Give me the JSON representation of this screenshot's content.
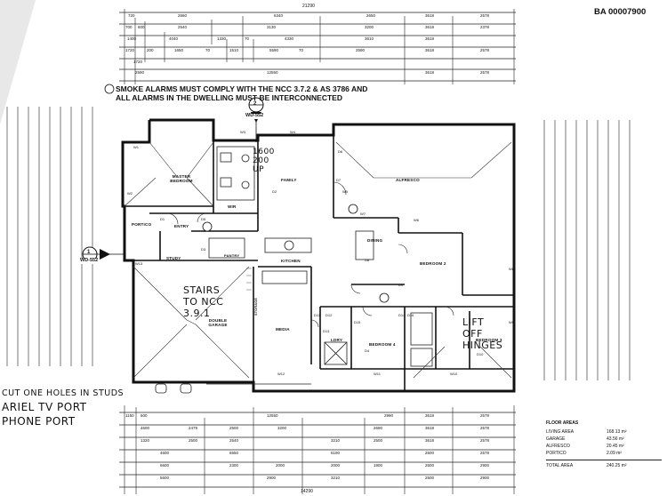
{
  "document": {
    "reference": "BA 00007900",
    "overall_width": "21290",
    "overall_depth": "14290"
  },
  "notes": {
    "smoke_alarm": "SMOKE ALARMS MUST COMPLY WITH THE NCC 3.7.2 & AS 3786 AND ALL ALARMS IN THE DWELLING MUST BE INTERCONNECTED"
  },
  "handwritten": {
    "stairs": "STAIRS TO NCC 3.9.1",
    "lift_off": "LIFT OFF HINGES",
    "dims": "1600 200 UP",
    "cutouts": "CUT ONE HOLES IN STUDS",
    "aerial": "ARIEL TV PORT",
    "phone": "PHONE PORT"
  },
  "section_markers": [
    {
      "num": "2",
      "ref": "WD-552"
    },
    {
      "num": "1",
      "ref": "WD-552"
    }
  ],
  "rooms": {
    "master": "MASTER BEDROOM",
    "family": "FAMILY",
    "alfresco": "ALFRESCO",
    "portico": "PORTICO",
    "entry": "ENTRY",
    "study": "STUDY",
    "pantry": "PANTRY",
    "kitchen": "KITCHEN",
    "dining": "DINING",
    "bed2": "BEDROOM 2",
    "garage": "DOUBLE GARAGE",
    "media": "MEDIA",
    "storage": "STORAGE",
    "bed4": "BEDROOM 4",
    "bed3": "BEDROOM 3",
    "wir": "WIR",
    "ldry": "LDRY"
  },
  "window_codes": [
    "W1",
    "W2",
    "W3",
    "W4",
    "W5",
    "W6",
    "W7",
    "W8",
    "W9",
    "W10",
    "W11",
    "W12",
    "W13"
  ],
  "door_codes": [
    "D1",
    "D2",
    "D3",
    "D4",
    "D5",
    "D6",
    "D7",
    "D8",
    "D9",
    "D10",
    "D11",
    "D12",
    "D13",
    "D14",
    "D15",
    "D16"
  ],
  "top_dimensions": {
    "row1": [
      "720",
      "2660",
      "6340",
      "2650",
      "3618",
      "2578"
    ],
    "row2": [
      "700",
      "600",
      "2540",
      "3130",
      "3200",
      "3618",
      "2378"
    ],
    "row3": [
      "1400",
      "4040",
      "1330",
      "70",
      "4330",
      "3610",
      "3618"
    ],
    "row4": [
      "1720",
      "200",
      "1650",
      "70",
      "1510",
      "5590",
      "70",
      "2590",
      "3618",
      "2578"
    ],
    "row5": [
      "1720",
      "2590",
      "12550",
      "3618",
      "2578"
    ]
  },
  "bottom_dimensions": {
    "row1": [
      "1150",
      "600",
      "12550",
      "2990",
      "3618",
      "2578"
    ],
    "row2": [
      "4600",
      "2479",
      "2500",
      "3200",
      "2690",
      "3618",
      "2578"
    ],
    "row3": [
      "1320",
      "2500",
      "2540",
      "3210",
      "2500",
      "3618",
      "2578"
    ],
    "row4": [
      "4600",
      "6550",
      "6190",
      "2600",
      "2578"
    ],
    "row5": [
      "6600",
      "2300",
      "2000",
      "2000",
      "1900",
      "2600",
      "2900"
    ],
    "row6": [
      "5600",
      "2900",
      "3210",
      "2500",
      "2900"
    ]
  },
  "floor_areas": {
    "heading": "FLOOR AREAS",
    "rows": [
      {
        "label": "LIVING AREA",
        "value": "168.13 m²"
      },
      {
        "label": "GARAGE",
        "value": "43.56 m²"
      },
      {
        "label": "ALFRESCO",
        "value": "20.45 m²"
      },
      {
        "label": "PORTICO",
        "value": "2.09 m²"
      },
      {
        "label": "TOTAL AREA",
        "value": "240.25 m²"
      }
    ]
  }
}
